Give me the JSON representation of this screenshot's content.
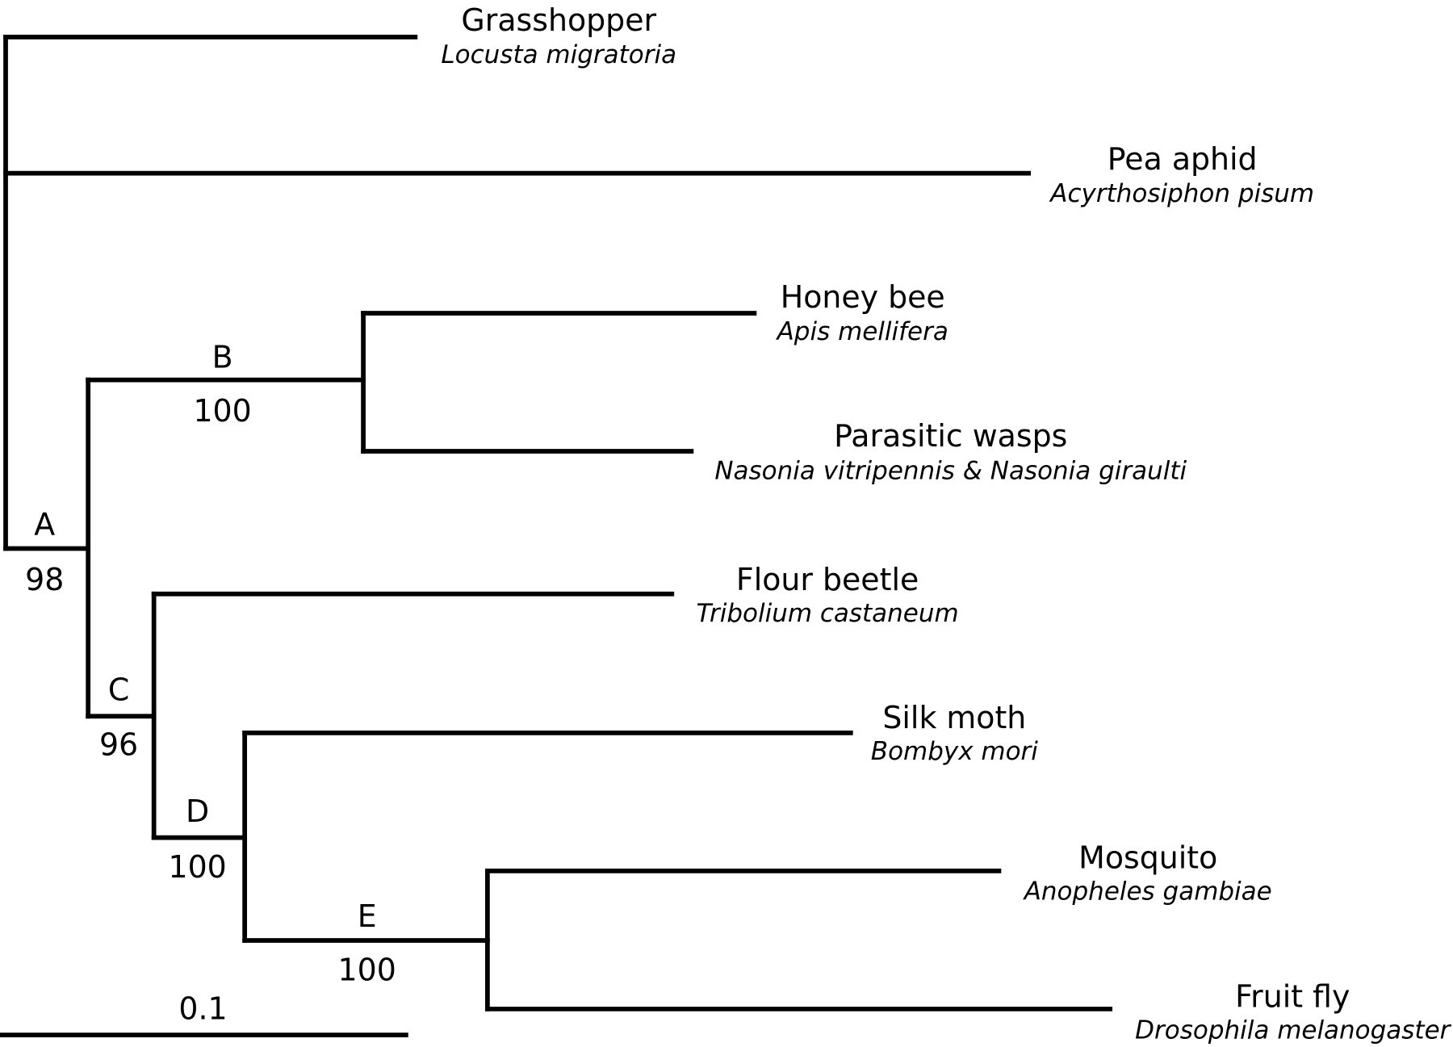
{
  "diagram": {
    "type": "phylogenetic-tree",
    "scale_bar": {
      "label": "0.1"
    },
    "taxa": [
      {
        "id": "grasshopper",
        "common": "Grasshopper",
        "scientific": "Locusta migratoria"
      },
      {
        "id": "pea-aphid",
        "common": "Pea aphid",
        "scientific": "Acyrthosiphon pisum"
      },
      {
        "id": "honey-bee",
        "common": "Honey bee",
        "scientific": "Apis mellifera"
      },
      {
        "id": "parasitic-wasps",
        "common": "Parasitic wasps",
        "scientific": "Nasonia vitripennis & Nasonia giraulti"
      },
      {
        "id": "flour-beetle",
        "common": "Flour beetle",
        "scientific": "Tribolium castaneum"
      },
      {
        "id": "silk-moth",
        "common": "Silk moth",
        "scientific": "Bombyx mori"
      },
      {
        "id": "mosquito",
        "common": "Mosquito",
        "scientific": "Anopheles gambiae"
      },
      {
        "id": "fruit-fly",
        "common": "Fruit fly",
        "scientific": "Drosophila melanogaster"
      }
    ],
    "nodes": [
      {
        "id": "A",
        "label": "A",
        "support": "98"
      },
      {
        "id": "B",
        "label": "B",
        "support": "100"
      },
      {
        "id": "C",
        "label": "C",
        "support": "96"
      },
      {
        "id": "D",
        "label": "D",
        "support": "100"
      },
      {
        "id": "E",
        "label": "E",
        "support": "100"
      }
    ],
    "topology": "(Grasshopper, Pea aphid, A:((Honey bee, Parasitic wasps)B, (Flour beetle, (Silk moth, (Mosquito, Fruit fly)E)D)C))"
  }
}
